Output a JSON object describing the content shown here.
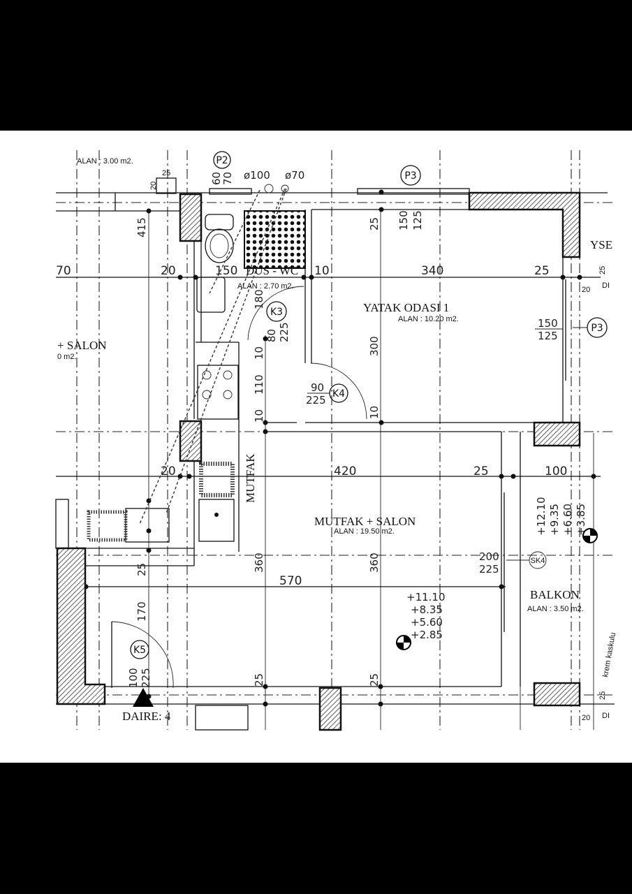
{
  "rooms": {
    "bedroom": {
      "name": "YATAK ODASI  1",
      "area": "ALAN : 10.20  m2."
    },
    "kitchen_living": {
      "name": "MUTFAK + SALON",
      "area": "ALAN : 19.50  m2."
    },
    "shower_wc": {
      "name": "DUS - WC",
      "area": "ALAN : 2.70  m2."
    },
    "balcony": {
      "name": "BALKON",
      "area": "ALAN : 3.50  m2."
    },
    "left_partial": {
      "name": "+ SALON",
      "area": "0  m2."
    },
    "top_partial_area": "ALAN : 3.00  m2.",
    "kitchen_label": "MUTFAK"
  },
  "dimensions": {
    "row1": [
      "70",
      "20",
      "150",
      "10",
      "340",
      "25"
    ],
    "row2": [
      "20",
      "420",
      "25",
      "100"
    ],
    "row3": "570",
    "vertical": [
      "415",
      "170",
      "25",
      "360",
      "360",
      "25",
      "25",
      "300",
      "25",
      "180",
      "10",
      "110",
      "10",
      "10"
    ],
    "small": [
      "25",
      "20",
      "25",
      "20",
      "25",
      "20"
    ]
  },
  "tags": {
    "p2": "P2",
    "p3_top": "P3",
    "p3_right": "P3",
    "k3": "K3",
    "k4": "K4",
    "k5": "K5",
    "sk4": "SK4"
  },
  "openings": {
    "p2": [
      "60",
      "70"
    ],
    "p3_top": [
      "150",
      "125"
    ],
    "p3_right": [
      "150",
      "125"
    ],
    "k3": [
      "80",
      "225"
    ],
    "k4": [
      "90",
      "225"
    ],
    "k5": [
      "100",
      "225"
    ],
    "sk4": [
      "200",
      "225"
    ]
  },
  "pipes": [
    "ø100",
    "ø70"
  ],
  "elevations_living": [
    "+11.10",
    "+8.35",
    "+5.60",
    "+2.85"
  ],
  "elevations_balcony": [
    "+12.10",
    "+9.35",
    "+6.60",
    "+3.85"
  ],
  "entrance": "DAIRE: 4",
  "partial_labels": {
    "yse": "YSE",
    "di_top": "DI",
    "di_bottom": "DI",
    "krem": "krem kaskulu"
  }
}
